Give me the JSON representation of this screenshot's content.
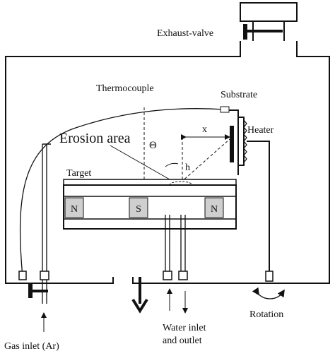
{
  "labels": {
    "exhaust_valve": "Exhaust-valve",
    "thermocouple": "Thermocouple",
    "substrate": "Substrate",
    "heater": "Heater",
    "erosion_area": "Erosion area",
    "target": "Target",
    "x": "x",
    "h": "h",
    "theta": "Θ",
    "magnet_left": "N",
    "magnet_center": "S",
    "magnet_right": "N",
    "rotation": "Rotation",
    "water_line1": "Water inlet",
    "water_line2": "and outlet",
    "gas_inlet": "Gas inlet (Ar)"
  }
}
